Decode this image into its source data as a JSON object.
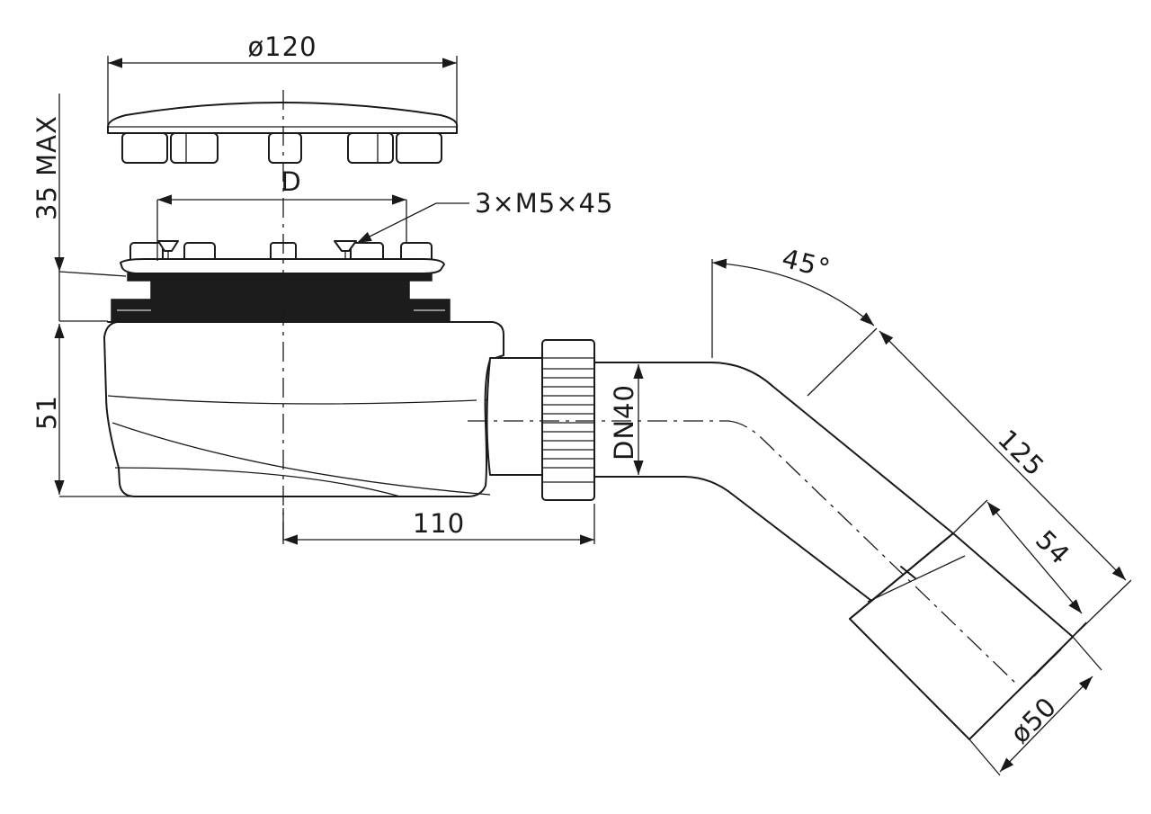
{
  "drawing": {
    "dimensions": {
      "cover_diameter": "ø120",
      "height_max": "35 MAX",
      "bolt_circle": "D",
      "screws": "3×M5×45",
      "body_height": "51",
      "outlet_offset": "110",
      "outlet_size": "DN40",
      "angle": "45°",
      "elbow_length": "125",
      "sleeve_length": "54",
      "outlet_diameter": "ø50"
    },
    "colors": {
      "line": "#1a1a1a",
      "background": "#ffffff"
    }
  }
}
